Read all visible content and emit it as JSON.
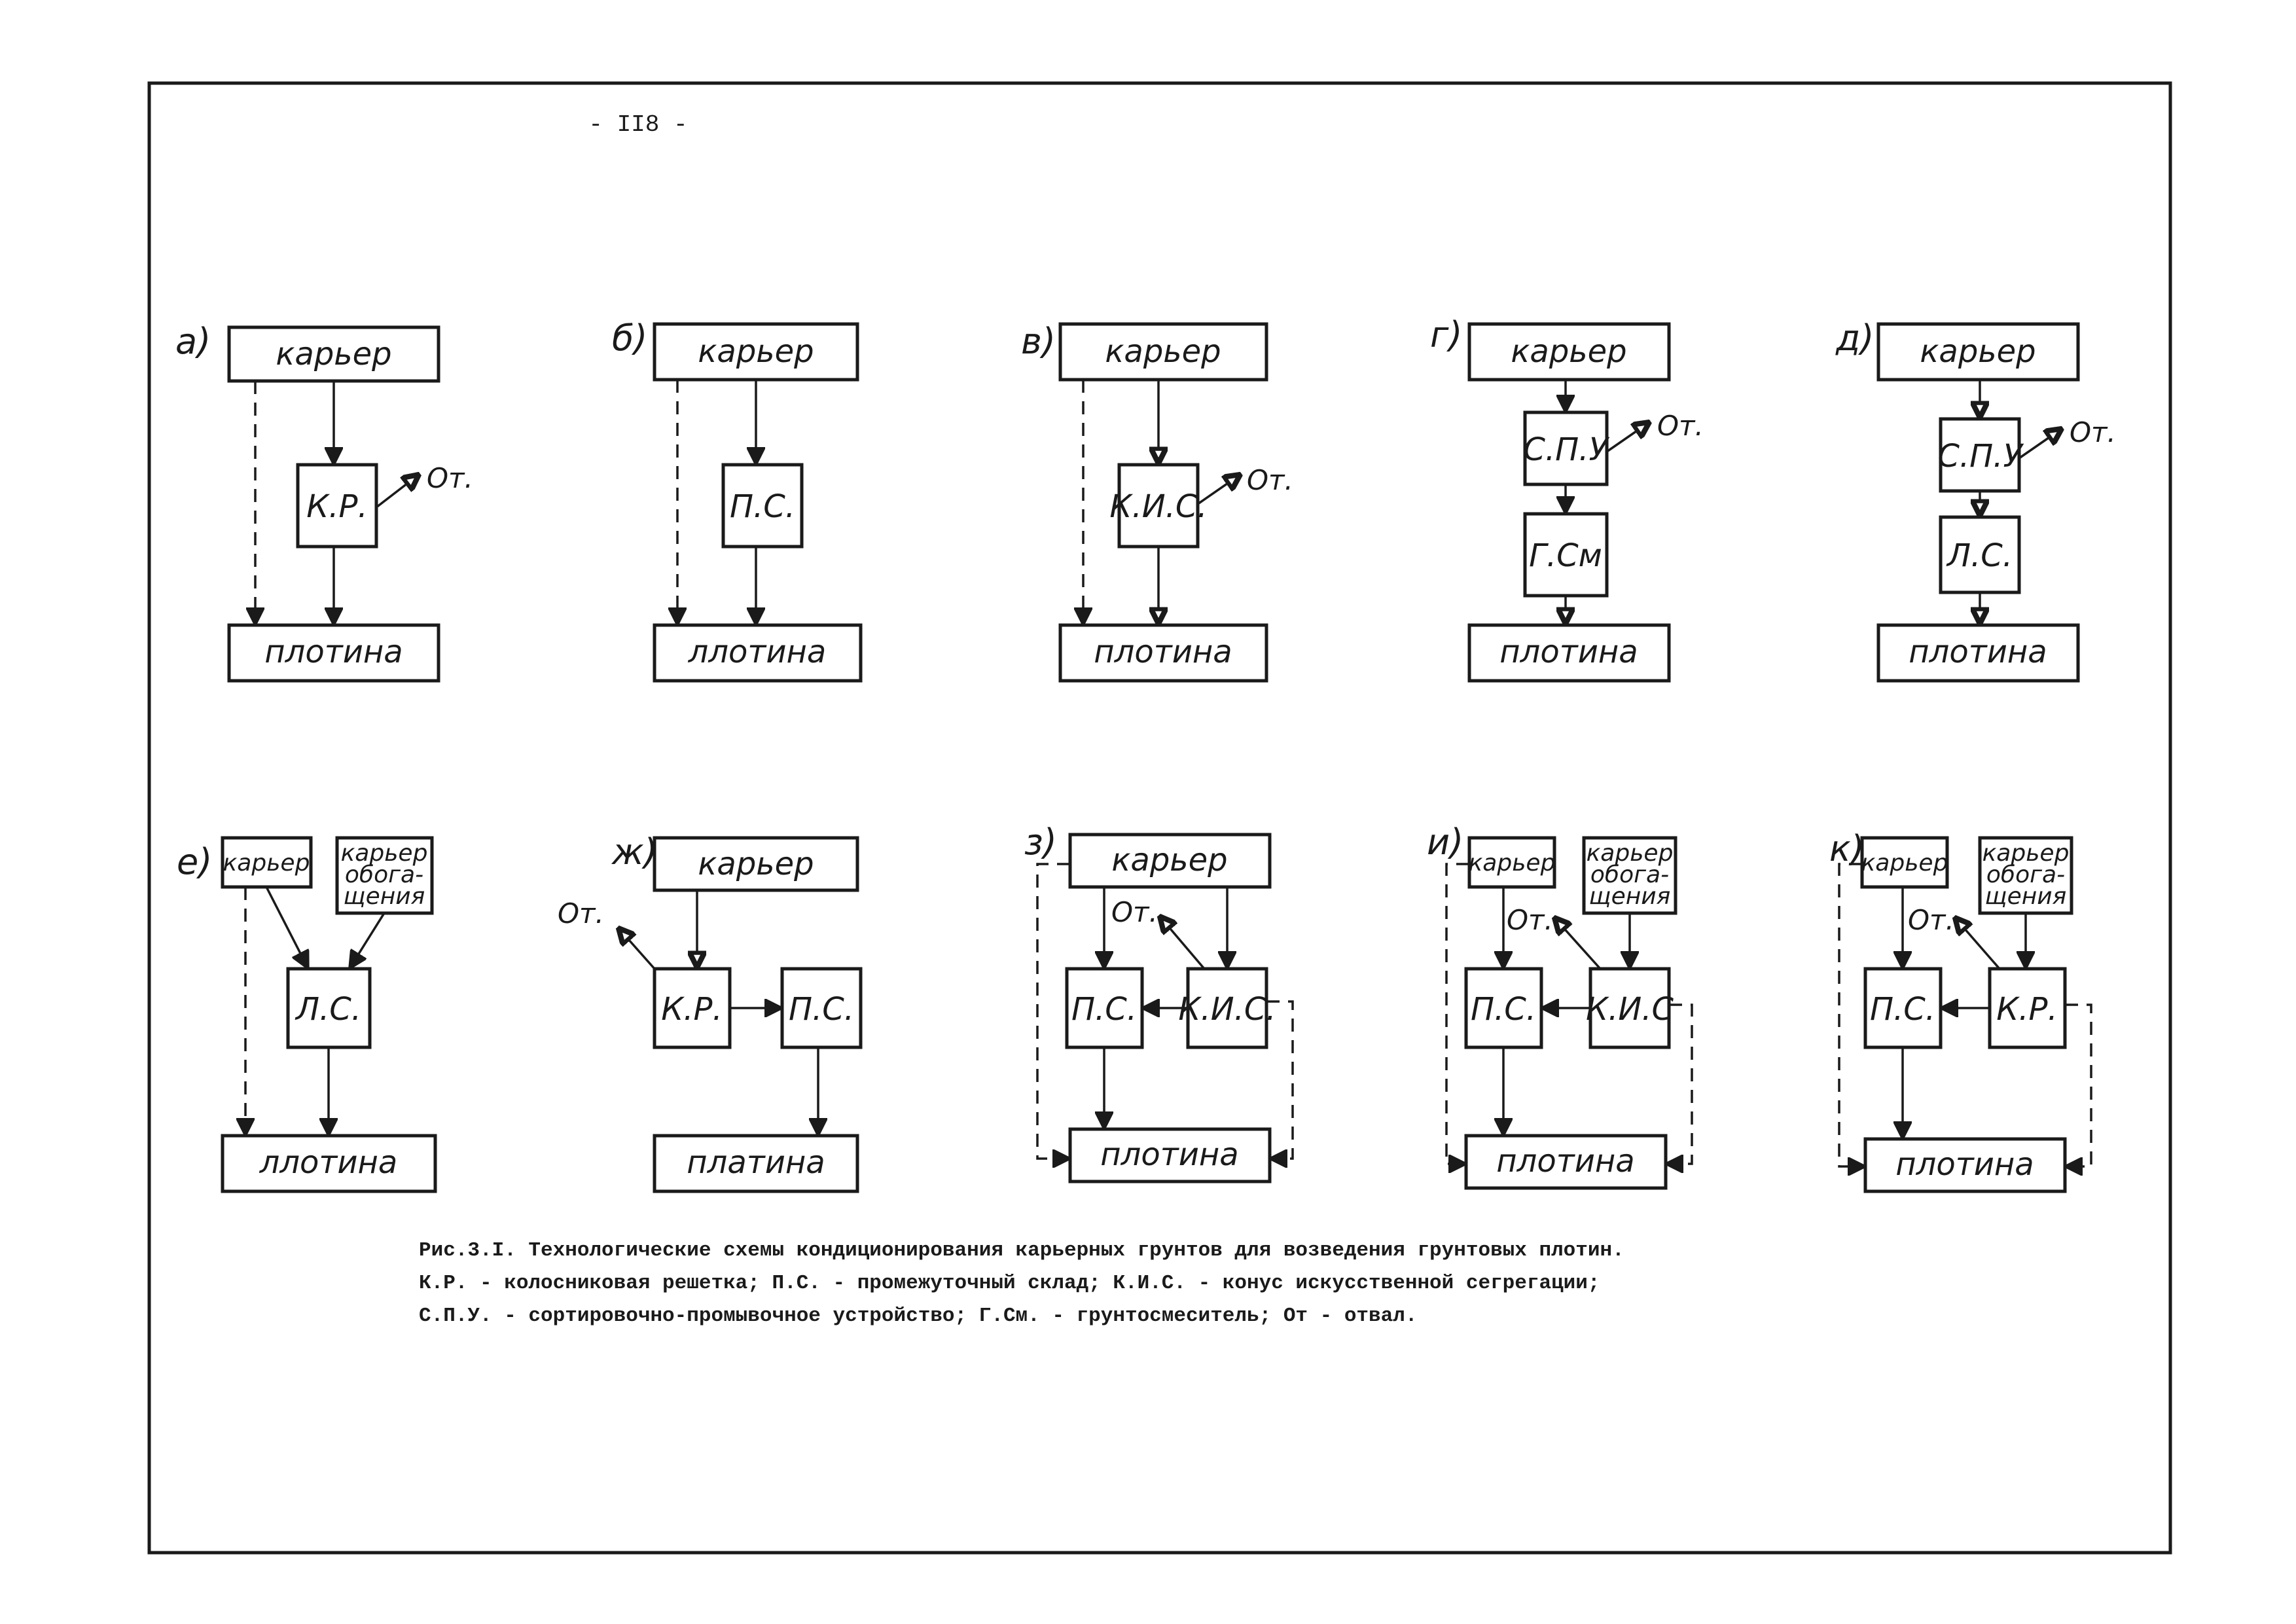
{
  "page_number": "- II8 -",
  "labels": {
    "quarry": "карьер",
    "dam": "плотина",
    "dam_variant": "ллотина",
    "dam_variant_zh": "платина",
    "enrich_quarry_1": "карьер",
    "enrich_quarry_2": "обога-",
    "enrich_quarry_3": "щения",
    "kr": "К.Р.",
    "ps": "П.С.",
    "ls": "Л.С.",
    "kis": "К.И.С.",
    "kis_short": "К.И.С",
    "spu": "С.П.У",
    "gsm": "Г.См",
    "dump": "От."
  },
  "scheme_letters": [
    "а)",
    "б)",
    "в)",
    "г)",
    "д)",
    "е)",
    "ж)",
    "з)",
    "и)",
    "к)"
  ],
  "caption": {
    "line1": "Рис.3.I. Технологические схемы кондиционирования карьерных грунтов для возведения грунтовых плотин.",
    "line2": "К.Р. - колосниковая решетка;  П.С. - промежуточный склад;  К.И.С. - конус искусственной сегрегации;",
    "line3": "С.П.У. - сортировочно-промывочное устройство;   Г.См. - грунтосмеситель; От - отвал."
  }
}
